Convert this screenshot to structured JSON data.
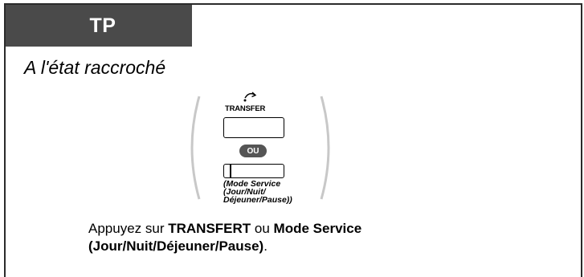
{
  "header": {
    "tab_label": "TP"
  },
  "subtitle": "A l'état raccroché",
  "buttons": {
    "transfer_label": "TRANSFER",
    "or_badge": "OU",
    "mode_label_lines": [
      "(Mode Service",
      "(Jour/Nuit/",
      "Déjeuner/Pause))"
    ]
  },
  "instruction": {
    "prefix": "Appuyez sur ",
    "transfer_bold": "TRANSFERT",
    "middle": " ou ",
    "mode_bold_line1": "Mode Service",
    "mode_bold_line2": "(Jour/Nuit/Déjeuner/Pause)",
    "suffix": "."
  },
  "colors": {
    "tab_bg": "#4a4a4a",
    "badge_bg": "#555555",
    "paren": "#c8c8c8"
  }
}
